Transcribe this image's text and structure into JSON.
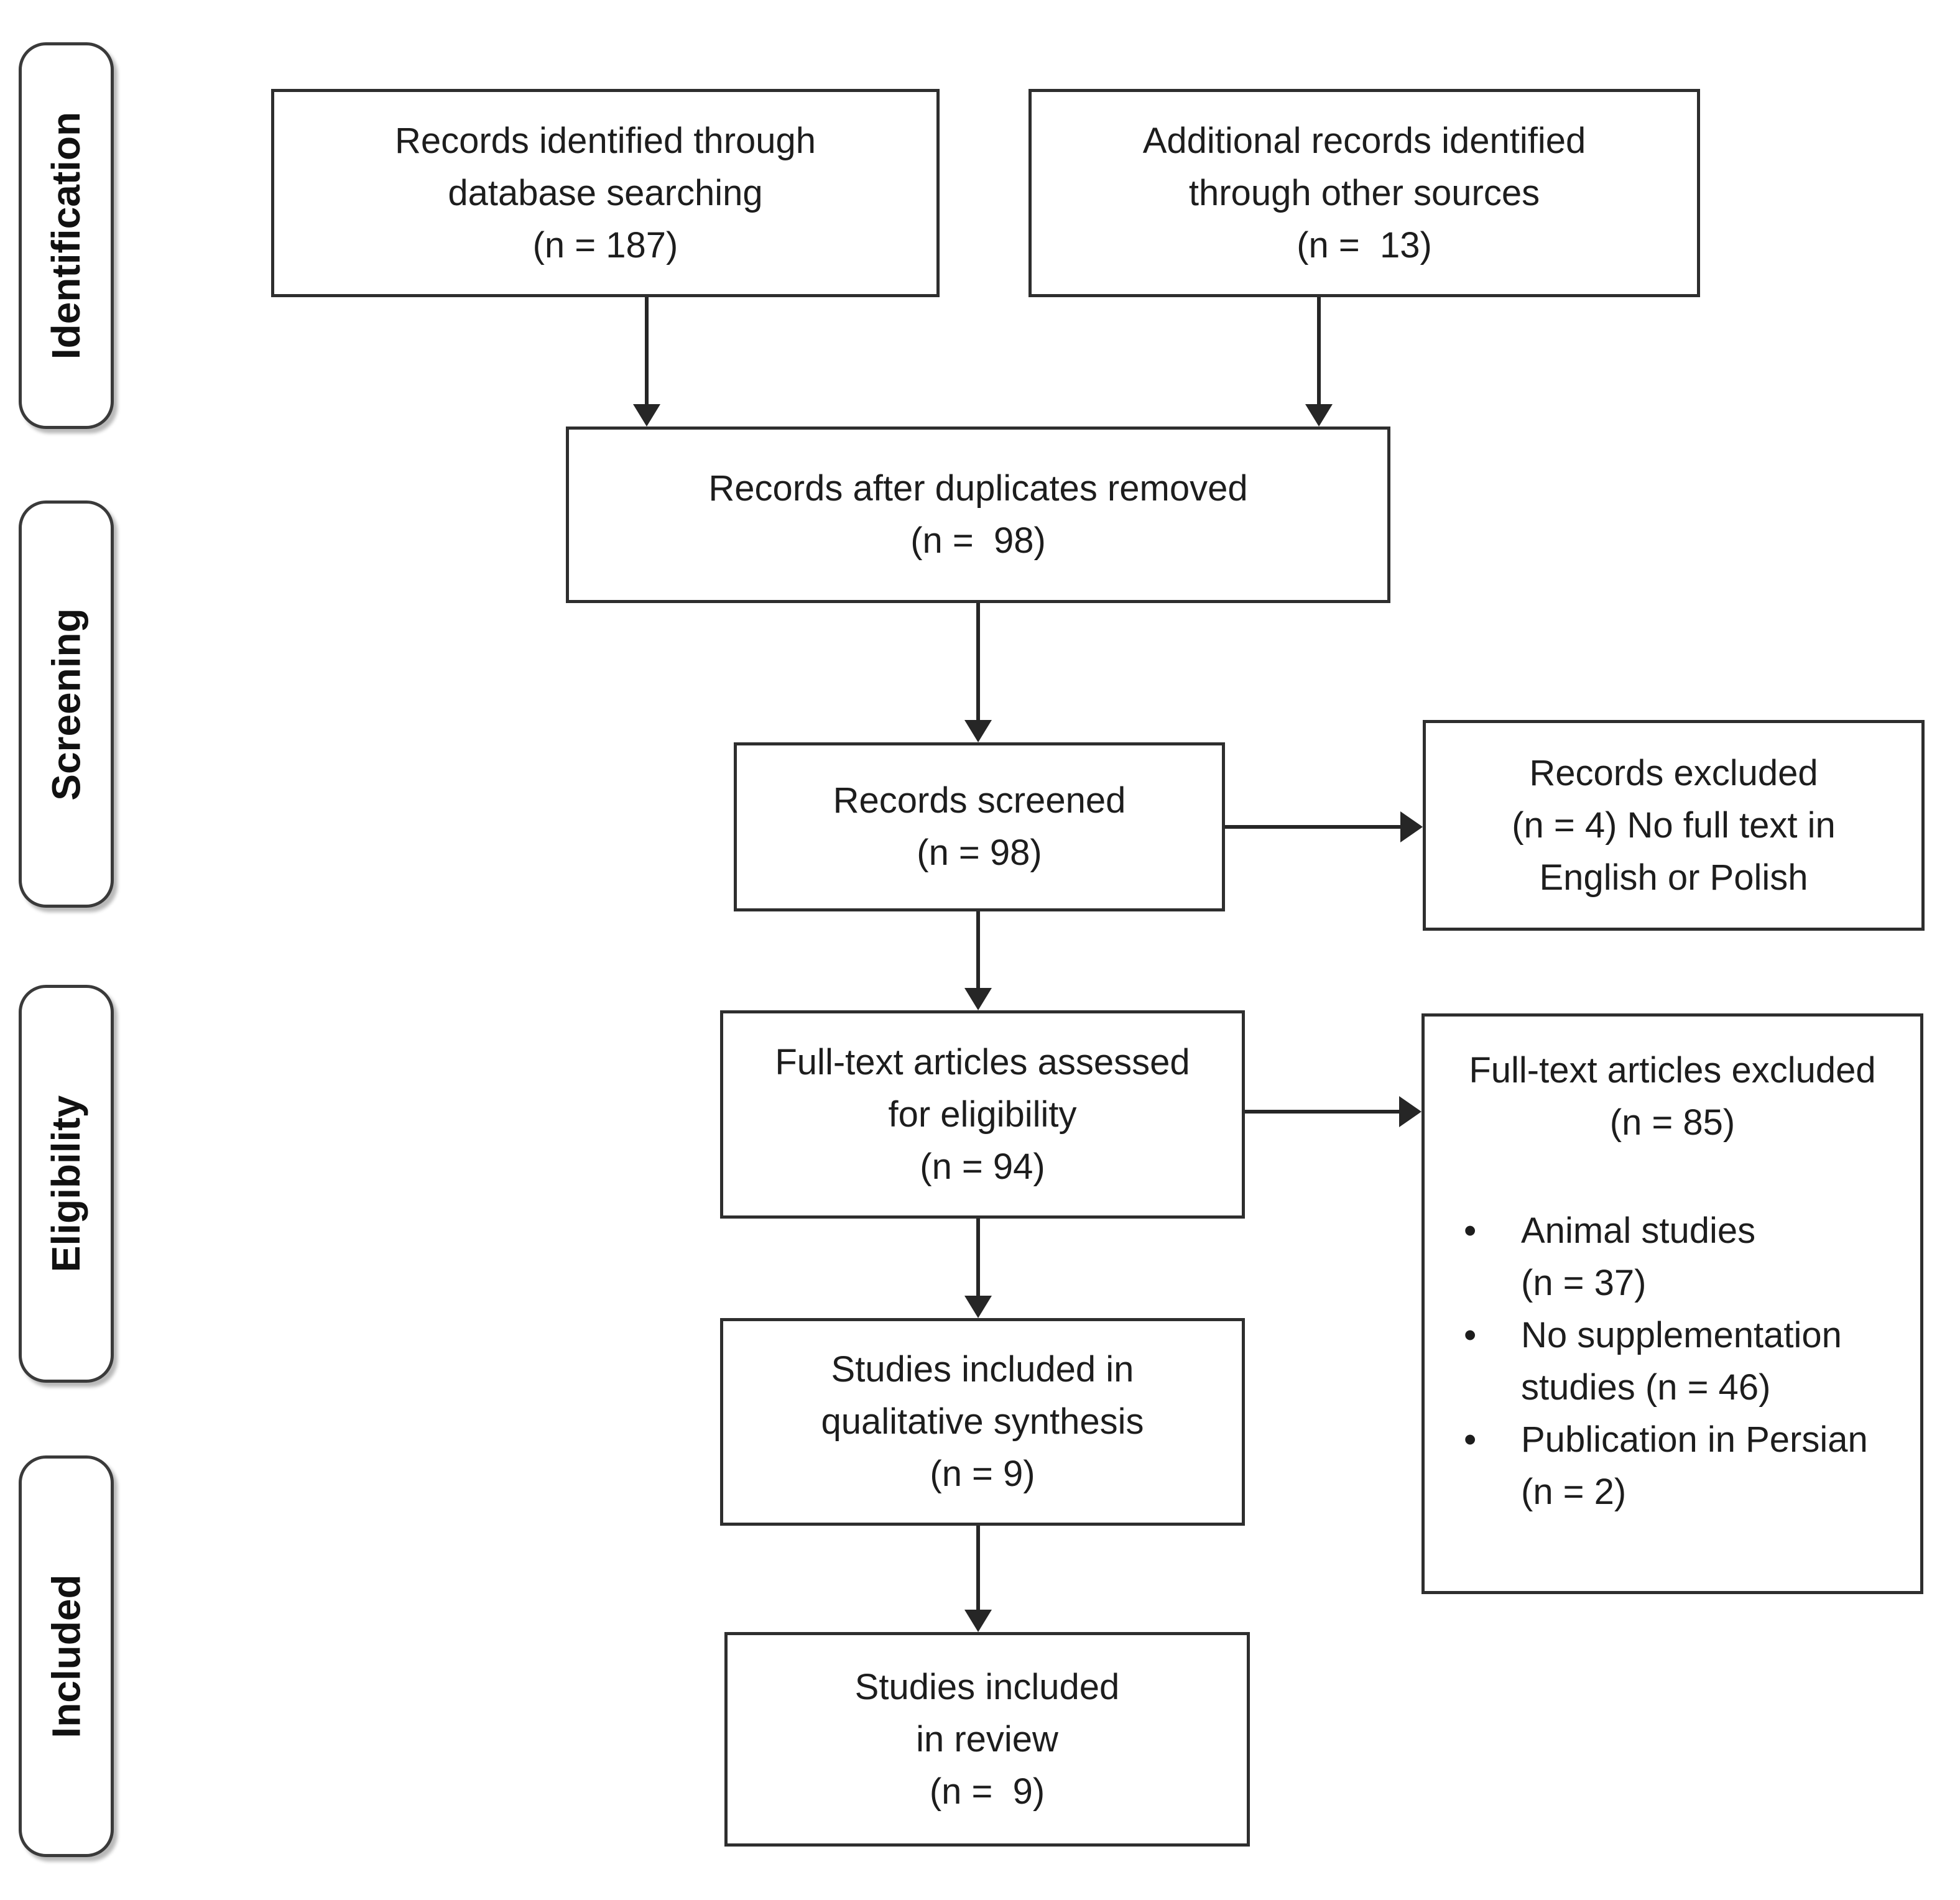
{
  "canvas": {
    "background": "#ffffff",
    "ink": "#1d1d1d"
  },
  "glyphs": {
    "bullet": "•"
  },
  "stages": [
    {
      "label": "Identification"
    },
    {
      "label": "Screening"
    },
    {
      "label": "Eligibility"
    },
    {
      "label": "Included"
    }
  ],
  "boxes": {
    "identified": {
      "lines": [
        "Records identified through",
        "database searching",
        "(n = 187)"
      ]
    },
    "additional": {
      "lines": [
        "Additional records identified",
        "through other sources",
        "(n =  13)"
      ]
    },
    "deduplicated": {
      "lines": [
        "Records after duplicates removed",
        "(n =  98)"
      ]
    },
    "screened": {
      "lines": [
        "Records screened",
        "(n = 98)"
      ]
    },
    "records_excluded": {
      "lines": [
        "Records excluded",
        "(n = 4) No full text in",
        "English or Polish"
      ]
    },
    "fulltext_assessed": {
      "lines": [
        "Full-text articles assessed",
        "for eligibility",
        "(n = 94)"
      ]
    },
    "fulltext_excluded": {
      "title_lines": [
        "Full-text articles excluded",
        "(n = 85)"
      ],
      "bullets": [
        {
          "lines": [
            "Animal studies",
            "(n = 37)"
          ]
        },
        {
          "lines": [
            "No supplementation",
            "studies (n = 46)"
          ]
        },
        {
          "lines": [
            "Publication in Persian",
            "(n = 2)"
          ]
        }
      ]
    },
    "qualitative": {
      "lines": [
        "Studies included in",
        "qualitative synthesis",
        "(n = 9)"
      ]
    },
    "review": {
      "lines": [
        "Studies included",
        "in review",
        "(n =  9)"
      ]
    }
  }
}
